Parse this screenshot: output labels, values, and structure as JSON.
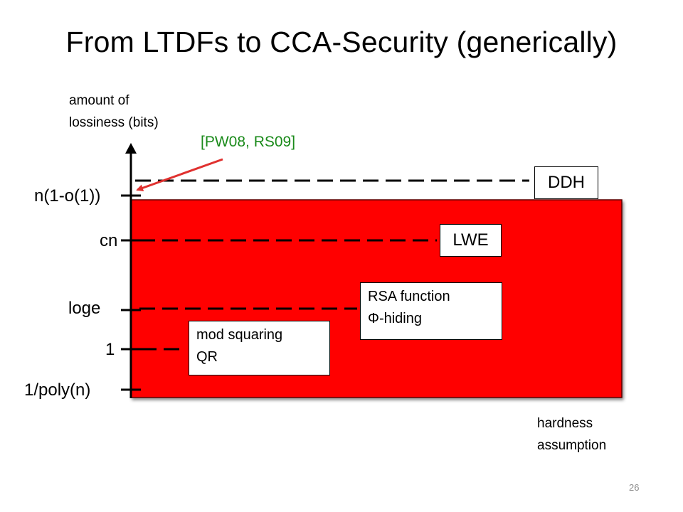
{
  "slide": {
    "title": "From LTDFs to CCA-Security (generically)",
    "page_number": "26"
  },
  "axes": {
    "y_title_lines": [
      "amount of",
      "lossiness (bits)"
    ],
    "x_title_lines": [
      "hardness",
      "assumption"
    ],
    "y_ticks": [
      "n(1-o(1))",
      "cn",
      "loge",
      "1",
      "1/poly(n)"
    ]
  },
  "citation": "[PW08, RS09]",
  "assumptions": [
    {
      "lines": [
        "DDH"
      ]
    },
    {
      "lines": [
        "LWE"
      ]
    },
    {
      "lines": [
        "RSA function",
        "Φ-hiding"
      ]
    },
    {
      "lines": [
        "mod squaring",
        "QR"
      ]
    }
  ],
  "colors": {
    "region": "#ff0000",
    "citation": "#1a8a1a",
    "arrow": "#e0312f",
    "axis": "#000000"
  }
}
